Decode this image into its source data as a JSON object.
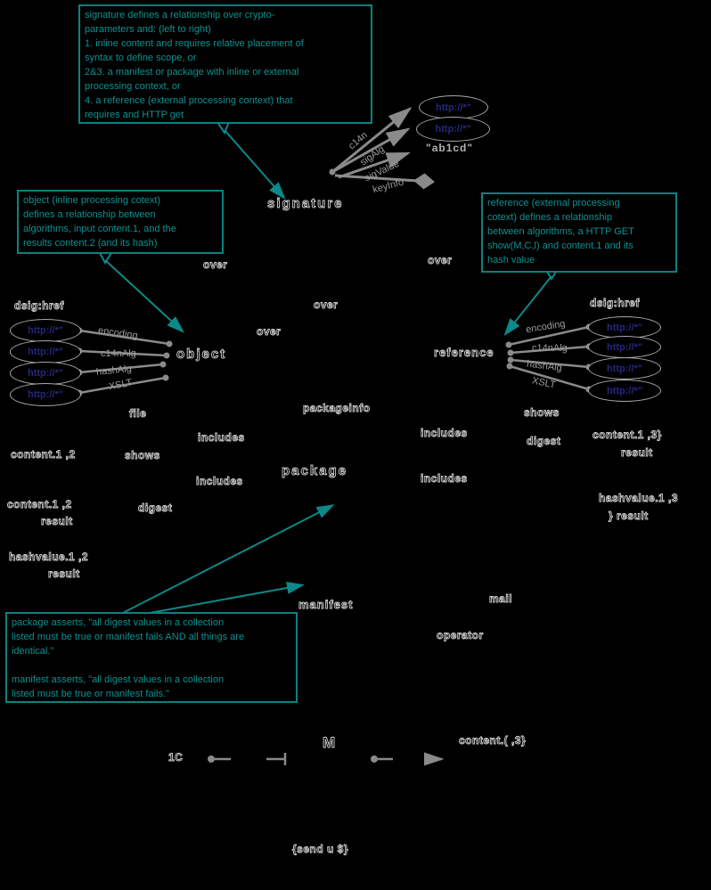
{
  "colors": {
    "background": "#000000",
    "teal_accent": "#0d8888",
    "gray_edges": "#8a8a8a",
    "url_text": "#26267e",
    "outline_text": "#cfcfcf"
  },
  "notes": {
    "signature": "signature defines a relationship over crypto-\nparameters and: (left to right)\n1. inline content and requires relative placement of\nsyntax to define scope, or\n2&3. a manifest or package with inline or external\nprocessing context, or\n4. a reference (external processing context) that\nrequires and HTTP get",
    "object": "object (inline processing cotext)\ndefines a relationship between\nalgorithms, input content.1, and the\nresults content.2 (and its hash)",
    "reference": "reference (external processing\ncotext) defines a relationship\nbetween algorithms, a HTTP GET\nshow(M,C,l) and content.1 and its\nhash value",
    "assertions": "package asserts, \"all digest values in a collection\nlisted must be true or manifest fails AND all things are\nidentical.\"\n\nmanifest asserts, \"all digest values in a collection\nlisted must be true or manifest fails.\""
  },
  "signature_cluster": {
    "node_label": "signature",
    "urls": [
      "http://*\"",
      "http://*\""
    ],
    "literal": "\"ab1cd\"",
    "edge_labels": [
      "c14n",
      "sigAlg",
      "sigValue",
      "keyInfo"
    ]
  },
  "object_cluster": {
    "title": "dsig:href",
    "node_label": "object",
    "urls": [
      "http://*\"",
      "http://*\"",
      "http://*\"",
      "http://*\""
    ],
    "edge_labels": [
      "encoding",
      "c14nAlg",
      "hashAlg",
      "XSLT"
    ]
  },
  "reference_cluster": {
    "title": "dsig:href",
    "node_label": "reference",
    "urls": [
      "http://*\"",
      "http://*\"",
      "http://*\"",
      "http://*\""
    ],
    "edge_labels": [
      "encoding",
      "c14nAlg",
      "hashAlg",
      "XSLT"
    ]
  },
  "graph_labels": {
    "over": "over",
    "file": "file",
    "packageinfo": "packageinfo",
    "includes": "includes",
    "shows": "shows",
    "digest": "digest",
    "package": "package",
    "manifest": "manifest",
    "mail": "mail",
    "operator": "operator",
    "content_left": "content.1 ,2",
    "result": "result",
    "hashvalue_left": "hashvalue.1 ,2",
    "content_right": "content.1 ,3}",
    "hashvalue_right": "hashvalue.1 ,3",
    "result_brace": "} result"
  },
  "bottom_row": {
    "c1": "1C",
    "m": "M",
    "content": "content.( ,3}",
    "caption": "{send u $}"
  }
}
